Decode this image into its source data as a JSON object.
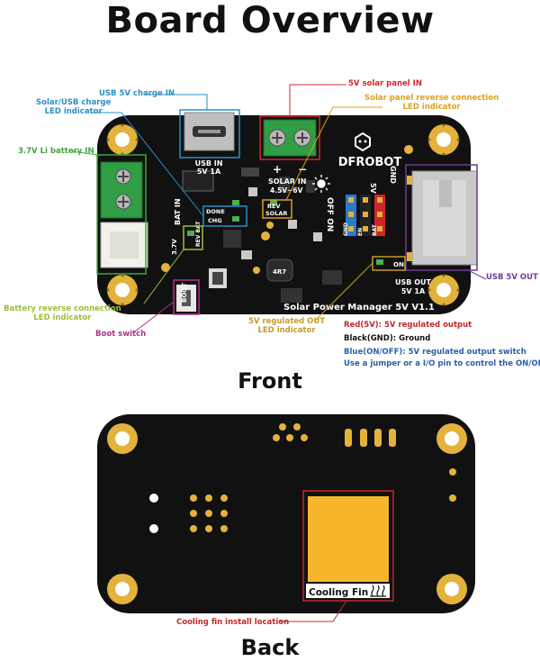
{
  "title": "Board Overview",
  "front_label": "Front",
  "back_label": "Back",
  "colors": {
    "usb_charge": "#2b8fc6",
    "solar_in": "#d0262b",
    "solar_rev": "#e0a019",
    "battery": "#43a43a",
    "bat_rev": "#9bbf3a",
    "boot": "#b0308a",
    "usb_out": "#6a3c96",
    "out_led": "#c59a2a",
    "back_fin": "#c0282c"
  },
  "callouts": {
    "usb_charge_in": "USB 5V charge IN",
    "charge_led_line1": "Solar/USB charge",
    "charge_led_line2": "LED indicator",
    "battery_in": "3.7V Li battery IN",
    "bat_rev_line1": "Battery reverse connection",
    "bat_rev_line2": "LED indicator",
    "boot_switch": "Boot switch",
    "solar_in": "5V solar panel IN",
    "solar_rev_line1": "Solar panel reverse connection",
    "solar_rev_line2": "LED indicator",
    "usb_out": "USB 5V OUT",
    "out_led_line1": "5V regulated OUT",
    "out_led_line2": "LED indicator",
    "cooling_fin": "Cooling fin install location"
  },
  "legend": {
    "red": "Red(5V): 5V regulated output",
    "black": "Black(GND): Ground",
    "blue": "Blue(ON/OFF): 5V regulated output switch",
    "jumper": "Use a jumper or a I/O pin to control the ON/OFF"
  },
  "silkscreen": {
    "usb_in": "USB IN",
    "usb_in_rating": "5V 1A",
    "brand": "DFROBOT",
    "solar_in": "SOLAR IN",
    "solar_range": "4.5V~6V",
    "plus": "+",
    "minus": "−",
    "gnd": "GND",
    "five_v": "5V",
    "off_on": "OFF ON",
    "header_labels": [
      "GND",
      "EN",
      "BAT"
    ],
    "rev": "REV",
    "solar": "SOLAR",
    "done": "DONE",
    "chg": "CHG",
    "bat_in": "BAT IN",
    "bat_voltage": "3.7V",
    "rev_bat": "REV BAT",
    "boot": "BOOT",
    "inductor": "4R7",
    "on": "ON",
    "usb_out": "USB OUT",
    "usb_out_rating": "5V 1A",
    "product": "Solar Power Manager 5V V1.1",
    "cooling_fin": "Cooling Fin"
  }
}
